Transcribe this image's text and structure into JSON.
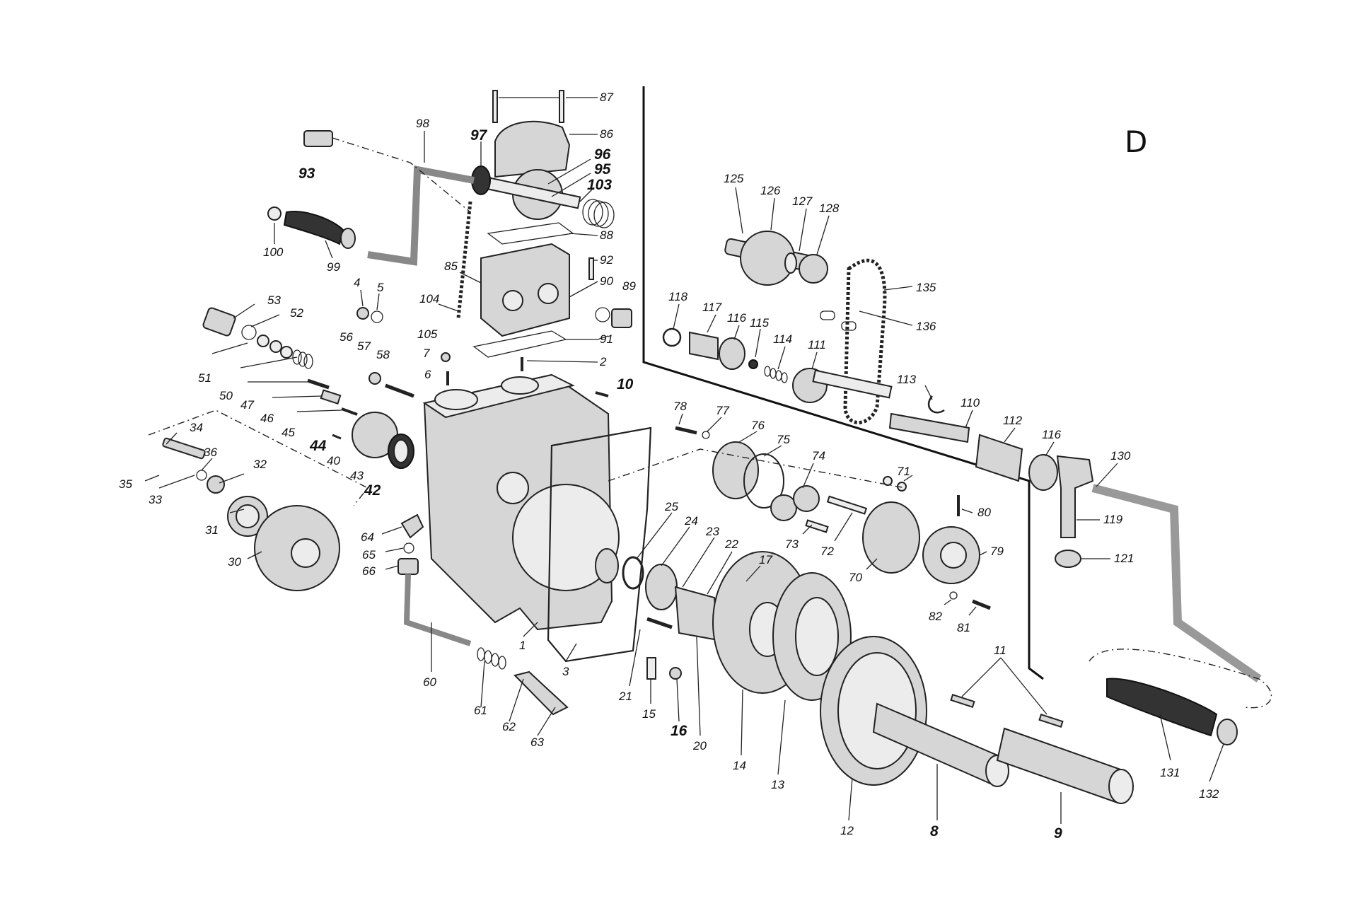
{
  "sheet_letter": "D",
  "callouts": [
    {
      "id": "87",
      "text": "87"
    },
    {
      "id": "86",
      "text": "86"
    },
    {
      "id": "98",
      "text": "98"
    },
    {
      "id": "97",
      "text": "97"
    },
    {
      "id": "96",
      "text": "96"
    },
    {
      "id": "95",
      "text": "95"
    },
    {
      "id": "103",
      "text": "103"
    },
    {
      "id": "93",
      "text": "93"
    },
    {
      "id": "88",
      "text": "88"
    },
    {
      "id": "100",
      "text": "100"
    },
    {
      "id": "99",
      "text": "99"
    },
    {
      "id": "92",
      "text": "92"
    },
    {
      "id": "85",
      "text": "85"
    },
    {
      "id": "90",
      "text": "90"
    },
    {
      "id": "89",
      "text": "89"
    },
    {
      "id": "104",
      "text": "104"
    },
    {
      "id": "4",
      "text": "4"
    },
    {
      "id": "5",
      "text": "5"
    },
    {
      "id": "53",
      "text": "53"
    },
    {
      "id": "52",
      "text": "52"
    },
    {
      "id": "105",
      "text": "105"
    },
    {
      "id": "91",
      "text": "91"
    },
    {
      "id": "56",
      "text": "56"
    },
    {
      "id": "57",
      "text": "57"
    },
    {
      "id": "58",
      "text": "58"
    },
    {
      "id": "7",
      "text": "7"
    },
    {
      "id": "2",
      "text": "2"
    },
    {
      "id": "51",
      "text": "51"
    },
    {
      "id": "6",
      "text": "6"
    },
    {
      "id": "10",
      "text": "10"
    },
    {
      "id": "50",
      "text": "50"
    },
    {
      "id": "47",
      "text": "47"
    },
    {
      "id": "46",
      "text": "46"
    },
    {
      "id": "45",
      "text": "45"
    },
    {
      "id": "34",
      "text": "34"
    },
    {
      "id": "44",
      "text": "44"
    },
    {
      "id": "40",
      "text": "40"
    },
    {
      "id": "36",
      "text": "36"
    },
    {
      "id": "32",
      "text": "32"
    },
    {
      "id": "35",
      "text": "35"
    },
    {
      "id": "33",
      "text": "33"
    },
    {
      "id": "43",
      "text": "43"
    },
    {
      "id": "42",
      "text": "42"
    },
    {
      "id": "31",
      "text": "31"
    },
    {
      "id": "30",
      "text": "30"
    },
    {
      "id": "64",
      "text": "64"
    },
    {
      "id": "65",
      "text": "65"
    },
    {
      "id": "66",
      "text": "66"
    },
    {
      "id": "1",
      "text": "1"
    },
    {
      "id": "3",
      "text": "3"
    },
    {
      "id": "60",
      "text": "60"
    },
    {
      "id": "61",
      "text": "61"
    },
    {
      "id": "62",
      "text": "62"
    },
    {
      "id": "63",
      "text": "63"
    },
    {
      "id": "78",
      "text": "78"
    },
    {
      "id": "77",
      "text": "77"
    },
    {
      "id": "76",
      "text": "76"
    },
    {
      "id": "75",
      "text": "75"
    },
    {
      "id": "74",
      "text": "74"
    },
    {
      "id": "25",
      "text": "25"
    },
    {
      "id": "24",
      "text": "24"
    },
    {
      "id": "23",
      "text": "23"
    },
    {
      "id": "22",
      "text": "22"
    },
    {
      "id": "17",
      "text": "17"
    },
    {
      "id": "73",
      "text": "73"
    },
    {
      "id": "72",
      "text": "72"
    },
    {
      "id": "70",
      "text": "70"
    },
    {
      "id": "71",
      "text": "71"
    },
    {
      "id": "80",
      "text": "80"
    },
    {
      "id": "79",
      "text": "79"
    },
    {
      "id": "82",
      "text": "82"
    },
    {
      "id": "81",
      "text": "81"
    },
    {
      "id": "21",
      "text": "21"
    },
    {
      "id": "15",
      "text": "15"
    },
    {
      "id": "16",
      "text": "16"
    },
    {
      "id": "20",
      "text": "20"
    },
    {
      "id": "14",
      "text": "14"
    },
    {
      "id": "13",
      "text": "13"
    },
    {
      "id": "12",
      "text": "12"
    },
    {
      "id": "8",
      "text": "8"
    },
    {
      "id": "9",
      "text": "9"
    },
    {
      "id": "11",
      "text": "11"
    },
    {
      "id": "125",
      "text": "125"
    },
    {
      "id": "126",
      "text": "126"
    },
    {
      "id": "127",
      "text": "127"
    },
    {
      "id": "128",
      "text": "128"
    },
    {
      "id": "135",
      "text": "135"
    },
    {
      "id": "118",
      "text": "118"
    },
    {
      "id": "117",
      "text": "117"
    },
    {
      "id": "116a",
      "text": "116"
    },
    {
      "id": "115",
      "text": "115"
    },
    {
      "id": "114",
      "text": "114"
    },
    {
      "id": "111",
      "text": "111"
    },
    {
      "id": "136",
      "text": "136"
    },
    {
      "id": "113",
      "text": "113"
    },
    {
      "id": "110",
      "text": "110"
    },
    {
      "id": "112",
      "text": "112"
    },
    {
      "id": "116b",
      "text": "116"
    },
    {
      "id": "130",
      "text": "130"
    },
    {
      "id": "119",
      "text": "119"
    },
    {
      "id": "121",
      "text": "121"
    },
    {
      "id": "131",
      "text": "131"
    },
    {
      "id": "132",
      "text": "132"
    }
  ]
}
